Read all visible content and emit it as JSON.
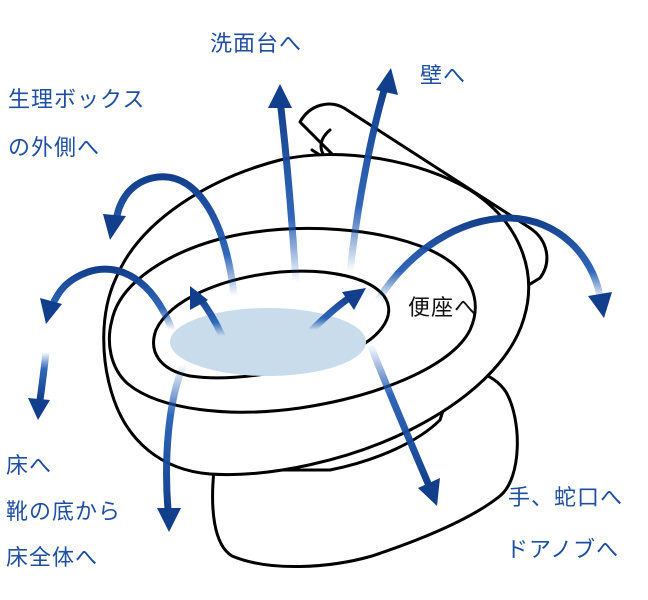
{
  "colors": {
    "arrow": "#1a56b0",
    "arrow_dark": "#123f8c",
    "water": "#c9dcec",
    "label_blue": "#1f4fa0",
    "outline": "#000000"
  },
  "labels": {
    "sink": "洗面台へ",
    "wall": "壁へ",
    "sanitary_box_line1": "生理ボックス",
    "sanitary_box_line2": "の外側へ",
    "seat": "便座へ",
    "floor": "床へ",
    "shoe_line1": "靴の底から",
    "shoe_line2": "床全体へ",
    "hands_line1": "手、蛇口へ",
    "hands_line2": "ドアノブへ"
  }
}
